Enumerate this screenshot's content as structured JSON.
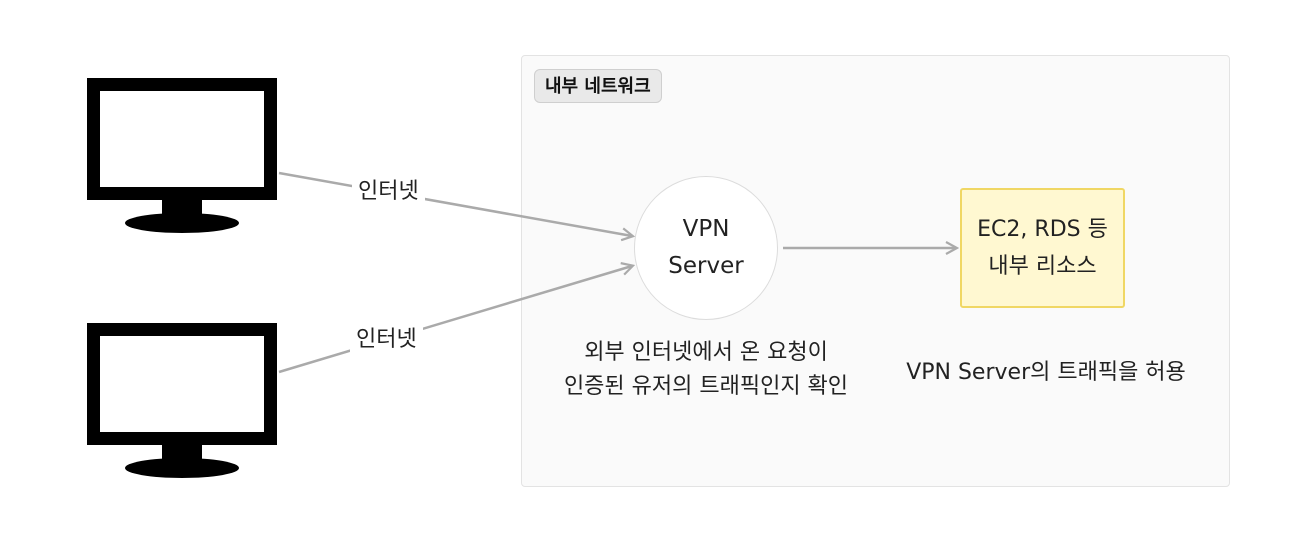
{
  "network": {
    "label": "내부 네트워크"
  },
  "edges": {
    "top_label": "인터넷",
    "bottom_label": "인터넷"
  },
  "vpn": {
    "line1": "VPN",
    "line2": "Server"
  },
  "resource": {
    "line1": "EC2, RDS 등",
    "line2": "내부 리소스"
  },
  "captions": {
    "vpn_line1": "외부 인터넷에서 온 요청이",
    "vpn_line2": "인증된 유저의 트래픽인지 확인",
    "resource": "VPN Server의 트래픽을 허용"
  },
  "icons": [
    "monitor-icon",
    "monitor-icon"
  ],
  "colors": {
    "connector": "#aaaaaa",
    "resource_fill": "#fff8d1",
    "resource_border": "#f0d764",
    "network_fill": "#fafafa"
  }
}
